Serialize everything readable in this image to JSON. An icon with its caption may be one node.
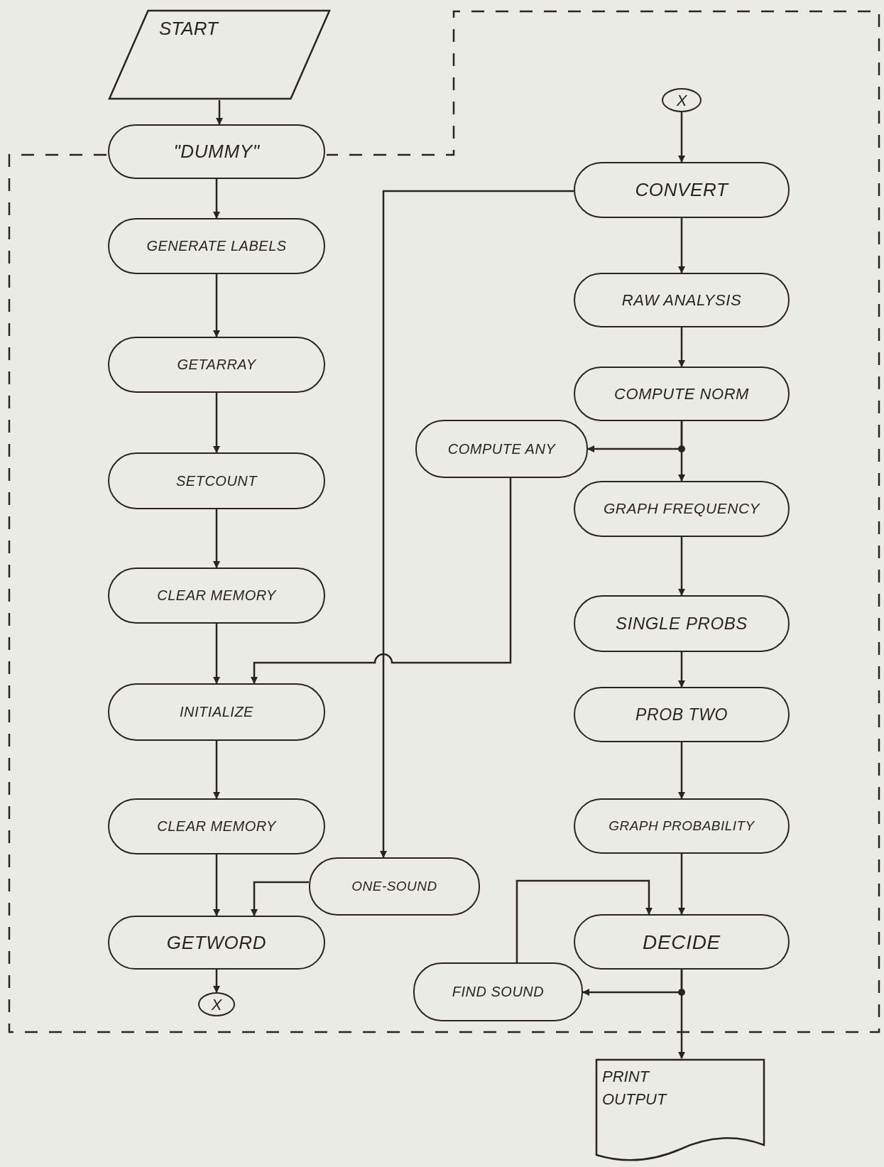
{
  "diagram": {
    "nodes": [
      {
        "text": [
          "START"
        ]
      },
      {
        "text": [
          "\"DUMMY\""
        ]
      },
      {
        "text": [
          "GENERATE LABELS"
        ]
      },
      {
        "text": [
          "GETARRAY"
        ]
      },
      {
        "text": [
          "SETCOUNT"
        ]
      },
      {
        "text": [
          "CLEAR MEMORY"
        ]
      },
      {
        "text": [
          "INITIALIZE"
        ]
      },
      {
        "text": [
          "CLEAR MEMORY"
        ]
      },
      {
        "text": [
          "GETWORD"
        ]
      },
      {
        "text": [
          "X"
        ]
      },
      {
        "text": [
          "X"
        ]
      },
      {
        "text": [
          "CONVERT"
        ]
      },
      {
        "text": [
          "RAW ANALYSIS"
        ]
      },
      {
        "text": [
          "COMPUTE NORM"
        ]
      },
      {
        "text": [
          "COMPUTE ANY"
        ]
      },
      {
        "text": [
          "GRAPH FREQUENCY"
        ]
      },
      {
        "text": [
          "SINGLE PROBS"
        ]
      },
      {
        "text": [
          "PROB TWO"
        ]
      },
      {
        "text": [
          "GRAPH PROBABILITY"
        ]
      },
      {
        "text": [
          "ONE-SOUND"
        ]
      },
      {
        "text": [
          "DECIDE"
        ]
      },
      {
        "text": [
          "FIND SOUND"
        ]
      },
      {
        "text": [
          "PRINT OUTPUT"
        ]
      }
    ],
    "edges": [
      {
        "from": 0,
        "to": 1,
        "arrow": "to"
      },
      {
        "from": 1,
        "to": 2,
        "arrow": "to"
      },
      {
        "from": 2,
        "to": 3,
        "arrow": "to"
      },
      {
        "from": 3,
        "to": 4,
        "arrow": "to"
      },
      {
        "from": 4,
        "to": 5,
        "arrow": "to"
      },
      {
        "from": 5,
        "to": 6,
        "arrow": "to"
      },
      {
        "from": 6,
        "to": 7,
        "arrow": "to"
      },
      {
        "from": 7,
        "to": 8,
        "arrow": "to"
      },
      {
        "from": 8,
        "to": 9,
        "arrow": "to"
      },
      {
        "from": 10,
        "to": 11,
        "arrow": "to"
      },
      {
        "from": 11,
        "to": 12,
        "arrow": "to"
      },
      {
        "from": 12,
        "to": 13,
        "arrow": "to"
      },
      {
        "from": 13,
        "to": 15,
        "arrow": "to"
      },
      {
        "from": 13,
        "to": 14,
        "arrow": "to"
      },
      {
        "from": 14,
        "to": 6,
        "arrow": "to"
      },
      {
        "from": 11,
        "to": 19,
        "arrow": "to"
      },
      {
        "from": 19,
        "to": 8,
        "arrow": "to"
      },
      {
        "from": 15,
        "to": 16,
        "arrow": "to"
      },
      {
        "from": 16,
        "to": 17,
        "arrow": "to"
      },
      {
        "from": 17,
        "to": 18,
        "arrow": "to"
      },
      {
        "from": 18,
        "to": 20,
        "arrow": "to"
      },
      {
        "from": 20,
        "to": 21,
        "arrow": "to"
      },
      {
        "from": 21,
        "to": 20,
        "arrow": "to"
      },
      {
        "from": 20,
        "to": 22,
        "arrow": "to"
      }
    ]
  }
}
